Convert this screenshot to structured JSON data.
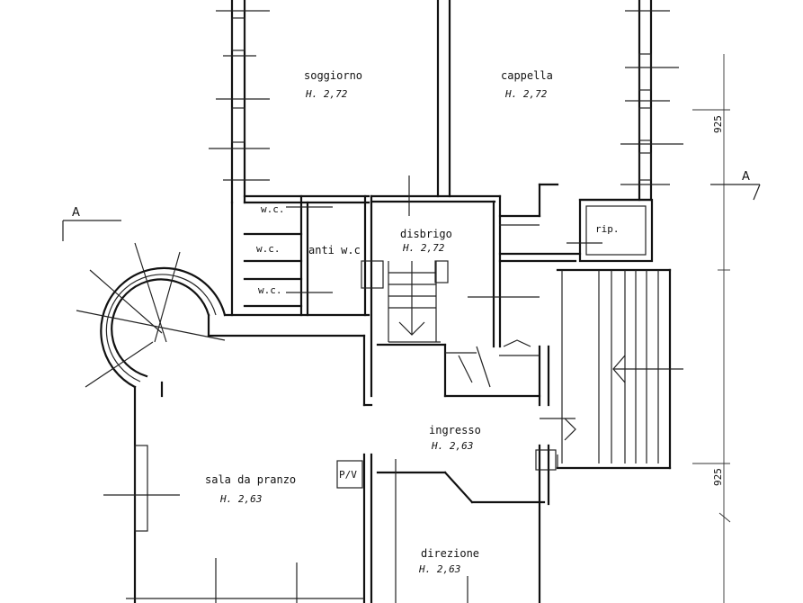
{
  "rooms": {
    "soggiorno": {
      "name": "soggiorno",
      "height": "H. 2,72"
    },
    "cappella": {
      "name": "cappella",
      "height": "H. 2,72"
    },
    "wc1": {
      "name": "w.c."
    },
    "wc2": {
      "name": "w.c."
    },
    "wc3": {
      "name": "w.c."
    },
    "antiwc": {
      "name": "anti w.c"
    },
    "disbrigo": {
      "name": "disbrigo",
      "height": "H. 2,72"
    },
    "rip": {
      "name": "rip."
    },
    "ingresso": {
      "name": "ingresso",
      "height": "H. 2,63"
    },
    "sala": {
      "name": "sala da pranzo",
      "height": "H. 2,63"
    },
    "direzione": {
      "name": "direzione",
      "height": "H. 2,63"
    },
    "pv": {
      "name": "P/V"
    }
  },
  "dimensions": {
    "top": "925",
    "bottom": "925"
  },
  "section_marks": {
    "left": "A",
    "right": "A"
  }
}
